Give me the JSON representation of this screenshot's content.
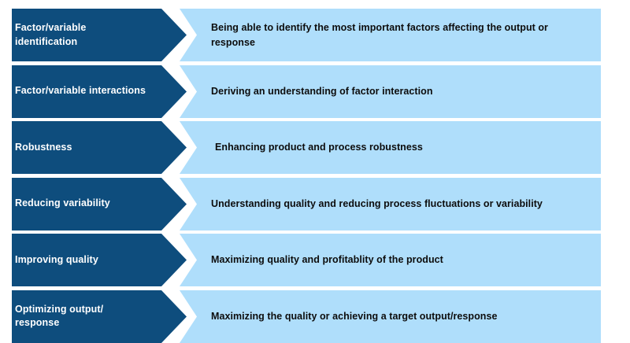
{
  "diagram": {
    "type": "chevron-process-list",
    "background_color": "#FFFFFF",
    "chevron_color": "#0E4D7D",
    "panel_color": "#AFDEFB",
    "chevron_text_color": "#FFFFFF",
    "panel_text_color": "#0D0D0D",
    "rows": [
      {
        "label": "Factor/variable identification",
        "description": "Being able to identify the most important factors affecting the output or response",
        "indented": false
      },
      {
        "label": "Factor/variable interactions",
        "description": "Deriving an understanding of factor interaction",
        "indented": false
      },
      {
        "label": "Robustness",
        "description": "Enhancing product and process robustness",
        "indented": true
      },
      {
        "label": "Reducing variability",
        "description": "Understanding quality and reducing process fluctuations or variability",
        "indented": false
      },
      {
        "label": "Improving quality",
        "description": "Maximizing quality and profitablity of the product",
        "indented": false
      },
      {
        "label": "Optimizing output/ response",
        "description": "Maximizing the quality or achieving a target output/response",
        "indented": false
      }
    ]
  }
}
